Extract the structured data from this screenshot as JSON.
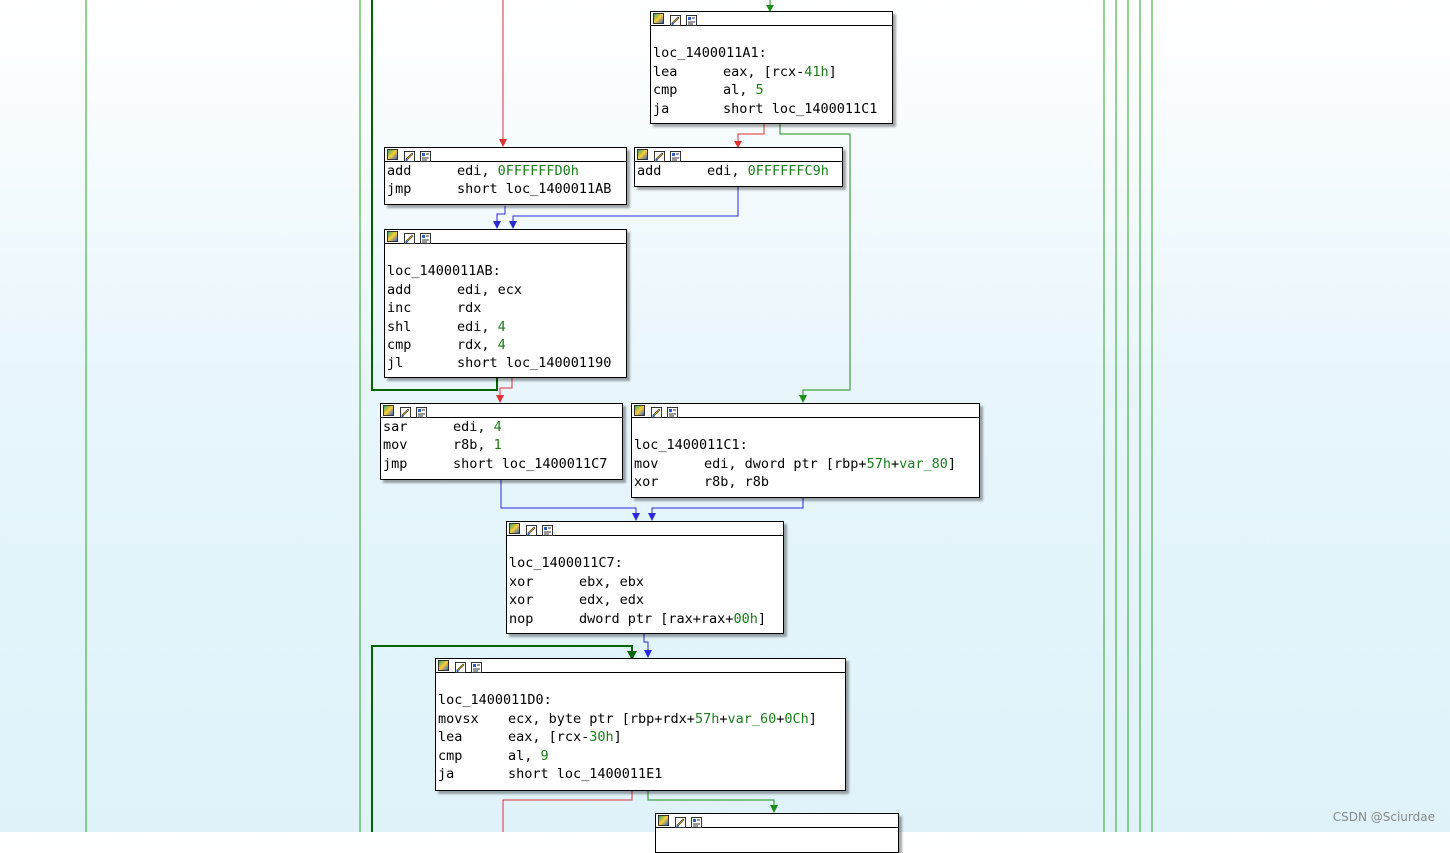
{
  "nodes": [
    {
      "id": "n1",
      "lines": [
        "",
        "loc_1400011A1:",
        {
          "m": "lea",
          "ops": [
            {
              "t": "eax, [rcx-"
            },
            {
              "t": "41h",
              "c": "num"
            },
            {
              "t": "]"
            }
          ]
        },
        {
          "m": "cmp",
          "ops": [
            {
              "t": "al, "
            },
            {
              "t": "5",
              "c": "num"
            }
          ]
        },
        {
          "m": "ja",
          "ops": [
            {
              "t": "short loc_1400011C1"
            }
          ]
        }
      ]
    },
    {
      "id": "n2",
      "lines": [
        {
          "m": "add",
          "ops": [
            {
              "t": "edi, "
            },
            {
              "t": "0FFFFFFD0h",
              "c": "num"
            }
          ]
        },
        {
          "m": "jmp",
          "ops": [
            {
              "t": "short loc_1400011AB"
            }
          ]
        }
      ]
    },
    {
      "id": "n3",
      "lines": [
        {
          "m": "add",
          "ops": [
            {
              "t": "edi, "
            },
            {
              "t": "0FFFFFFC9h",
              "c": "num"
            }
          ]
        }
      ]
    },
    {
      "id": "n4",
      "lines": [
        "",
        "loc_1400011AB:",
        {
          "m": "add",
          "ops": [
            {
              "t": "edi, ecx"
            }
          ]
        },
        {
          "m": "inc",
          "ops": [
            {
              "t": "rdx"
            }
          ]
        },
        {
          "m": "shl",
          "ops": [
            {
              "t": "edi, "
            },
            {
              "t": "4",
              "c": "num"
            }
          ]
        },
        {
          "m": "cmp",
          "ops": [
            {
              "t": "rdx, "
            },
            {
              "t": "4",
              "c": "num"
            }
          ]
        },
        {
          "m": "jl",
          "ops": [
            {
              "t": "short loc_140001190"
            }
          ]
        }
      ]
    },
    {
      "id": "n5",
      "lines": [
        {
          "m": "sar",
          "ops": [
            {
              "t": "edi, "
            },
            {
              "t": "4",
              "c": "num"
            }
          ]
        },
        {
          "m": "mov",
          "ops": [
            {
              "t": "r8b, "
            },
            {
              "t": "1",
              "c": "num"
            }
          ]
        },
        {
          "m": "jmp",
          "ops": [
            {
              "t": "short loc_1400011C7"
            }
          ]
        }
      ]
    },
    {
      "id": "n6",
      "lines": [
        "",
        "loc_1400011C1:",
        {
          "m": "mov",
          "ops": [
            {
              "t": "edi, dword ptr [rbp+"
            },
            {
              "t": "57h",
              "c": "num"
            },
            {
              "t": "+"
            },
            {
              "t": "var_80",
              "c": "var"
            },
            {
              "t": "]"
            }
          ]
        },
        {
          "m": "xor",
          "ops": [
            {
              "t": "r8b, r8b"
            }
          ]
        }
      ]
    },
    {
      "id": "n7",
      "lines": [
        "",
        "loc_1400011C7:",
        {
          "m": "xor",
          "ops": [
            {
              "t": "ebx, ebx"
            }
          ]
        },
        {
          "m": "xor",
          "ops": [
            {
              "t": "edx, edx"
            }
          ]
        },
        {
          "m": "nop",
          "ops": [
            {
              "t": "dword ptr [rax+rax+"
            },
            {
              "t": "00h",
              "c": "num"
            },
            {
              "t": "]"
            }
          ]
        }
      ]
    },
    {
      "id": "n8",
      "lines": [
        "",
        "loc_1400011D0:",
        {
          "m": "movsx",
          "ops": [
            {
              "t": "ecx, byte ptr [rbp+rdx+"
            },
            {
              "t": "57h",
              "c": "num"
            },
            {
              "t": "+"
            },
            {
              "t": "var_60",
              "c": "var"
            },
            {
              "t": "+"
            },
            {
              "t": "0Ch",
              "c": "num"
            },
            {
              "t": "]"
            }
          ]
        },
        {
          "m": "lea",
          "ops": [
            {
              "t": "eax, [rcx-"
            },
            {
              "t": "30h",
              "c": "num"
            },
            {
              "t": "]"
            }
          ]
        },
        {
          "m": "cmp",
          "ops": [
            {
              "t": "al, "
            },
            {
              "t": "9",
              "c": "num"
            }
          ]
        },
        {
          "m": "ja",
          "ops": [
            {
              "t": "short loc_1400011E1"
            }
          ]
        }
      ]
    },
    {
      "id": "n9",
      "lines": []
    }
  ],
  "watermark": "CSDN @Sciurdae",
  "colors": {
    "true_edge": "#1a8f1a",
    "false_edge": "#e03030",
    "jump_edge": "#2a2ad8",
    "loop_edge": "#006400"
  },
  "icons": [
    "graph-color-icon",
    "edit-pencil-icon",
    "node-info-icon"
  ]
}
